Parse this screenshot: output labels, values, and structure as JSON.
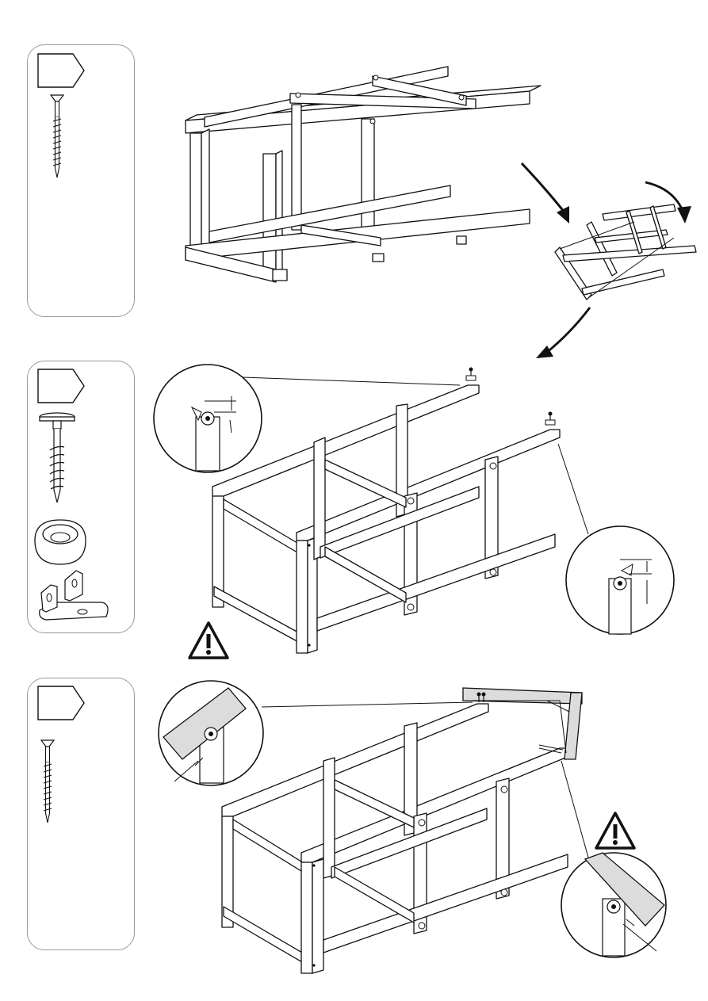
{
  "steps": [
    {
      "id": "step-1",
      "hardware": [
        "wood-screw-icon"
      ]
    },
    {
      "id": "step-2",
      "hardware": [
        "washer-screw-icon",
        "rubber-foot-cap-icon",
        "angle-bracket-icon"
      ]
    },
    {
      "id": "step-3",
      "hardware": [
        "wood-screw-icon"
      ]
    }
  ],
  "icons": {
    "step_tag": "step-tag-icon",
    "rotate_arrow": "rotate-arrow-icon",
    "warning": "warning-icon",
    "detail_magnifier": "detail-callout-icon"
  },
  "colors": {
    "line": "#111111",
    "panel_border": "#999999",
    "highlight_board": "#dcdcdc"
  }
}
